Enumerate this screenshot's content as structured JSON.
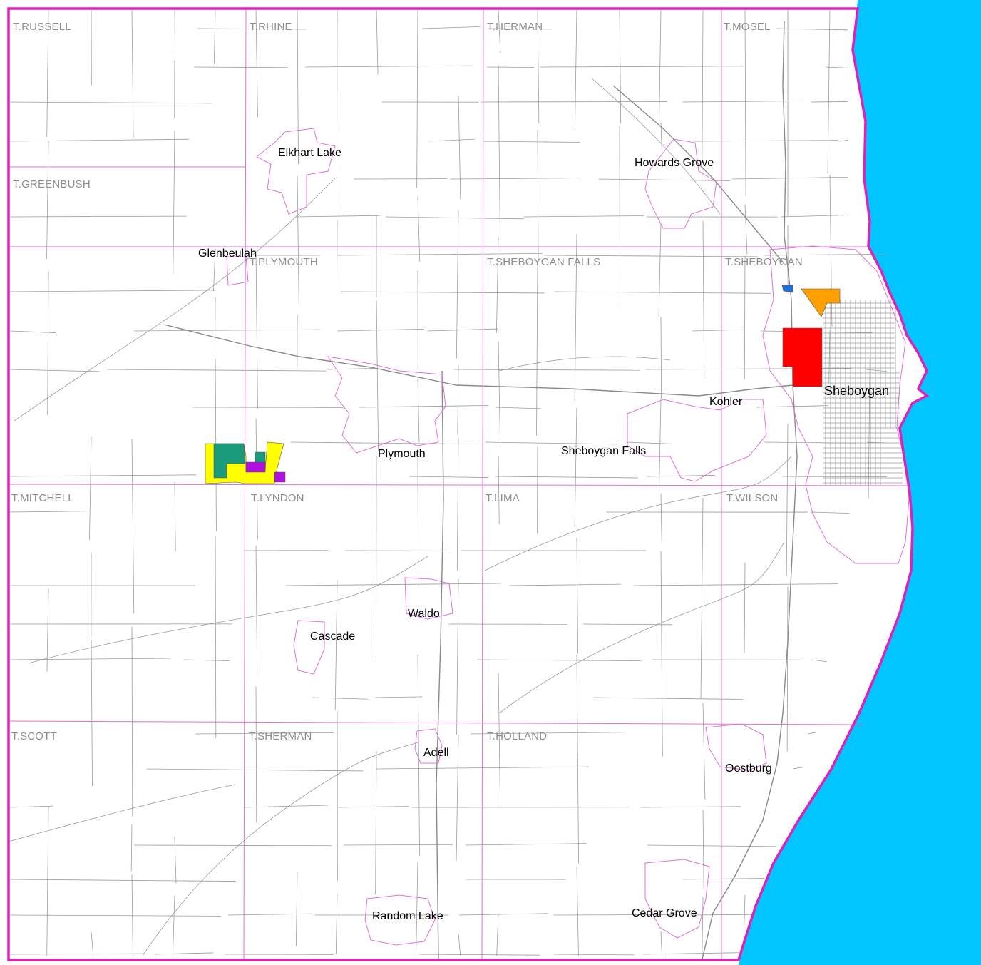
{
  "colors": {
    "lake": "#00c5ff",
    "county_border": "#e020b8",
    "town_line": "#e070d8",
    "road": "#9a9a9a",
    "parcel_yellow": "#ffff00",
    "parcel_teal": "#1a9c7c",
    "parcel_purple": "#b010e0",
    "parcel_red": "#ff0000",
    "parcel_orange": "#ffa000",
    "parcel_blue": "#1e6fd8"
  },
  "towns": [
    {
      "id": "russell",
      "label": "T.RUSSELL"
    },
    {
      "id": "rhine",
      "label": "T.RHINE"
    },
    {
      "id": "herman",
      "label": "T.HERMAN"
    },
    {
      "id": "mosel",
      "label": "T.MOSEL"
    },
    {
      "id": "greenbush",
      "label": "T.GREENBUSH"
    },
    {
      "id": "plymouth",
      "label": "T.PLYMOUTH"
    },
    {
      "id": "sheboygan-falls",
      "label": "T.SHEBOYGAN FALLS"
    },
    {
      "id": "sheboygan",
      "label": "T.SHEBOYGAN"
    },
    {
      "id": "mitchell",
      "label": "T.MITCHELL"
    },
    {
      "id": "lyndon",
      "label": "T.LYNDON"
    },
    {
      "id": "lima",
      "label": "T.LIMA"
    },
    {
      "id": "wilson",
      "label": "T.WILSON"
    },
    {
      "id": "scott",
      "label": "T.SCOTT"
    },
    {
      "id": "sherman",
      "label": "T.SHERMAN"
    },
    {
      "id": "holland",
      "label": "T.HOLLAND"
    }
  ],
  "places": [
    {
      "id": "elkhart-lake",
      "label": "Elkhart Lake"
    },
    {
      "id": "howards-grove",
      "label": "Howards Grove"
    },
    {
      "id": "glenbeulah",
      "label": "Glenbeulah"
    },
    {
      "id": "sheboygan",
      "label": "Sheboygan"
    },
    {
      "id": "kohler",
      "label": "Kohler"
    },
    {
      "id": "plymouth",
      "label": "Plymouth"
    },
    {
      "id": "sheboygan-falls",
      "label": "Sheboygan Falls"
    },
    {
      "id": "waldo",
      "label": "Waldo"
    },
    {
      "id": "cascade",
      "label": "Cascade"
    },
    {
      "id": "adell",
      "label": "Adell"
    },
    {
      "id": "oostburg",
      "label": "Oostburg"
    },
    {
      "id": "random-lake",
      "label": "Random Lake"
    },
    {
      "id": "cedar-grove",
      "label": "Cedar Grove"
    }
  ]
}
